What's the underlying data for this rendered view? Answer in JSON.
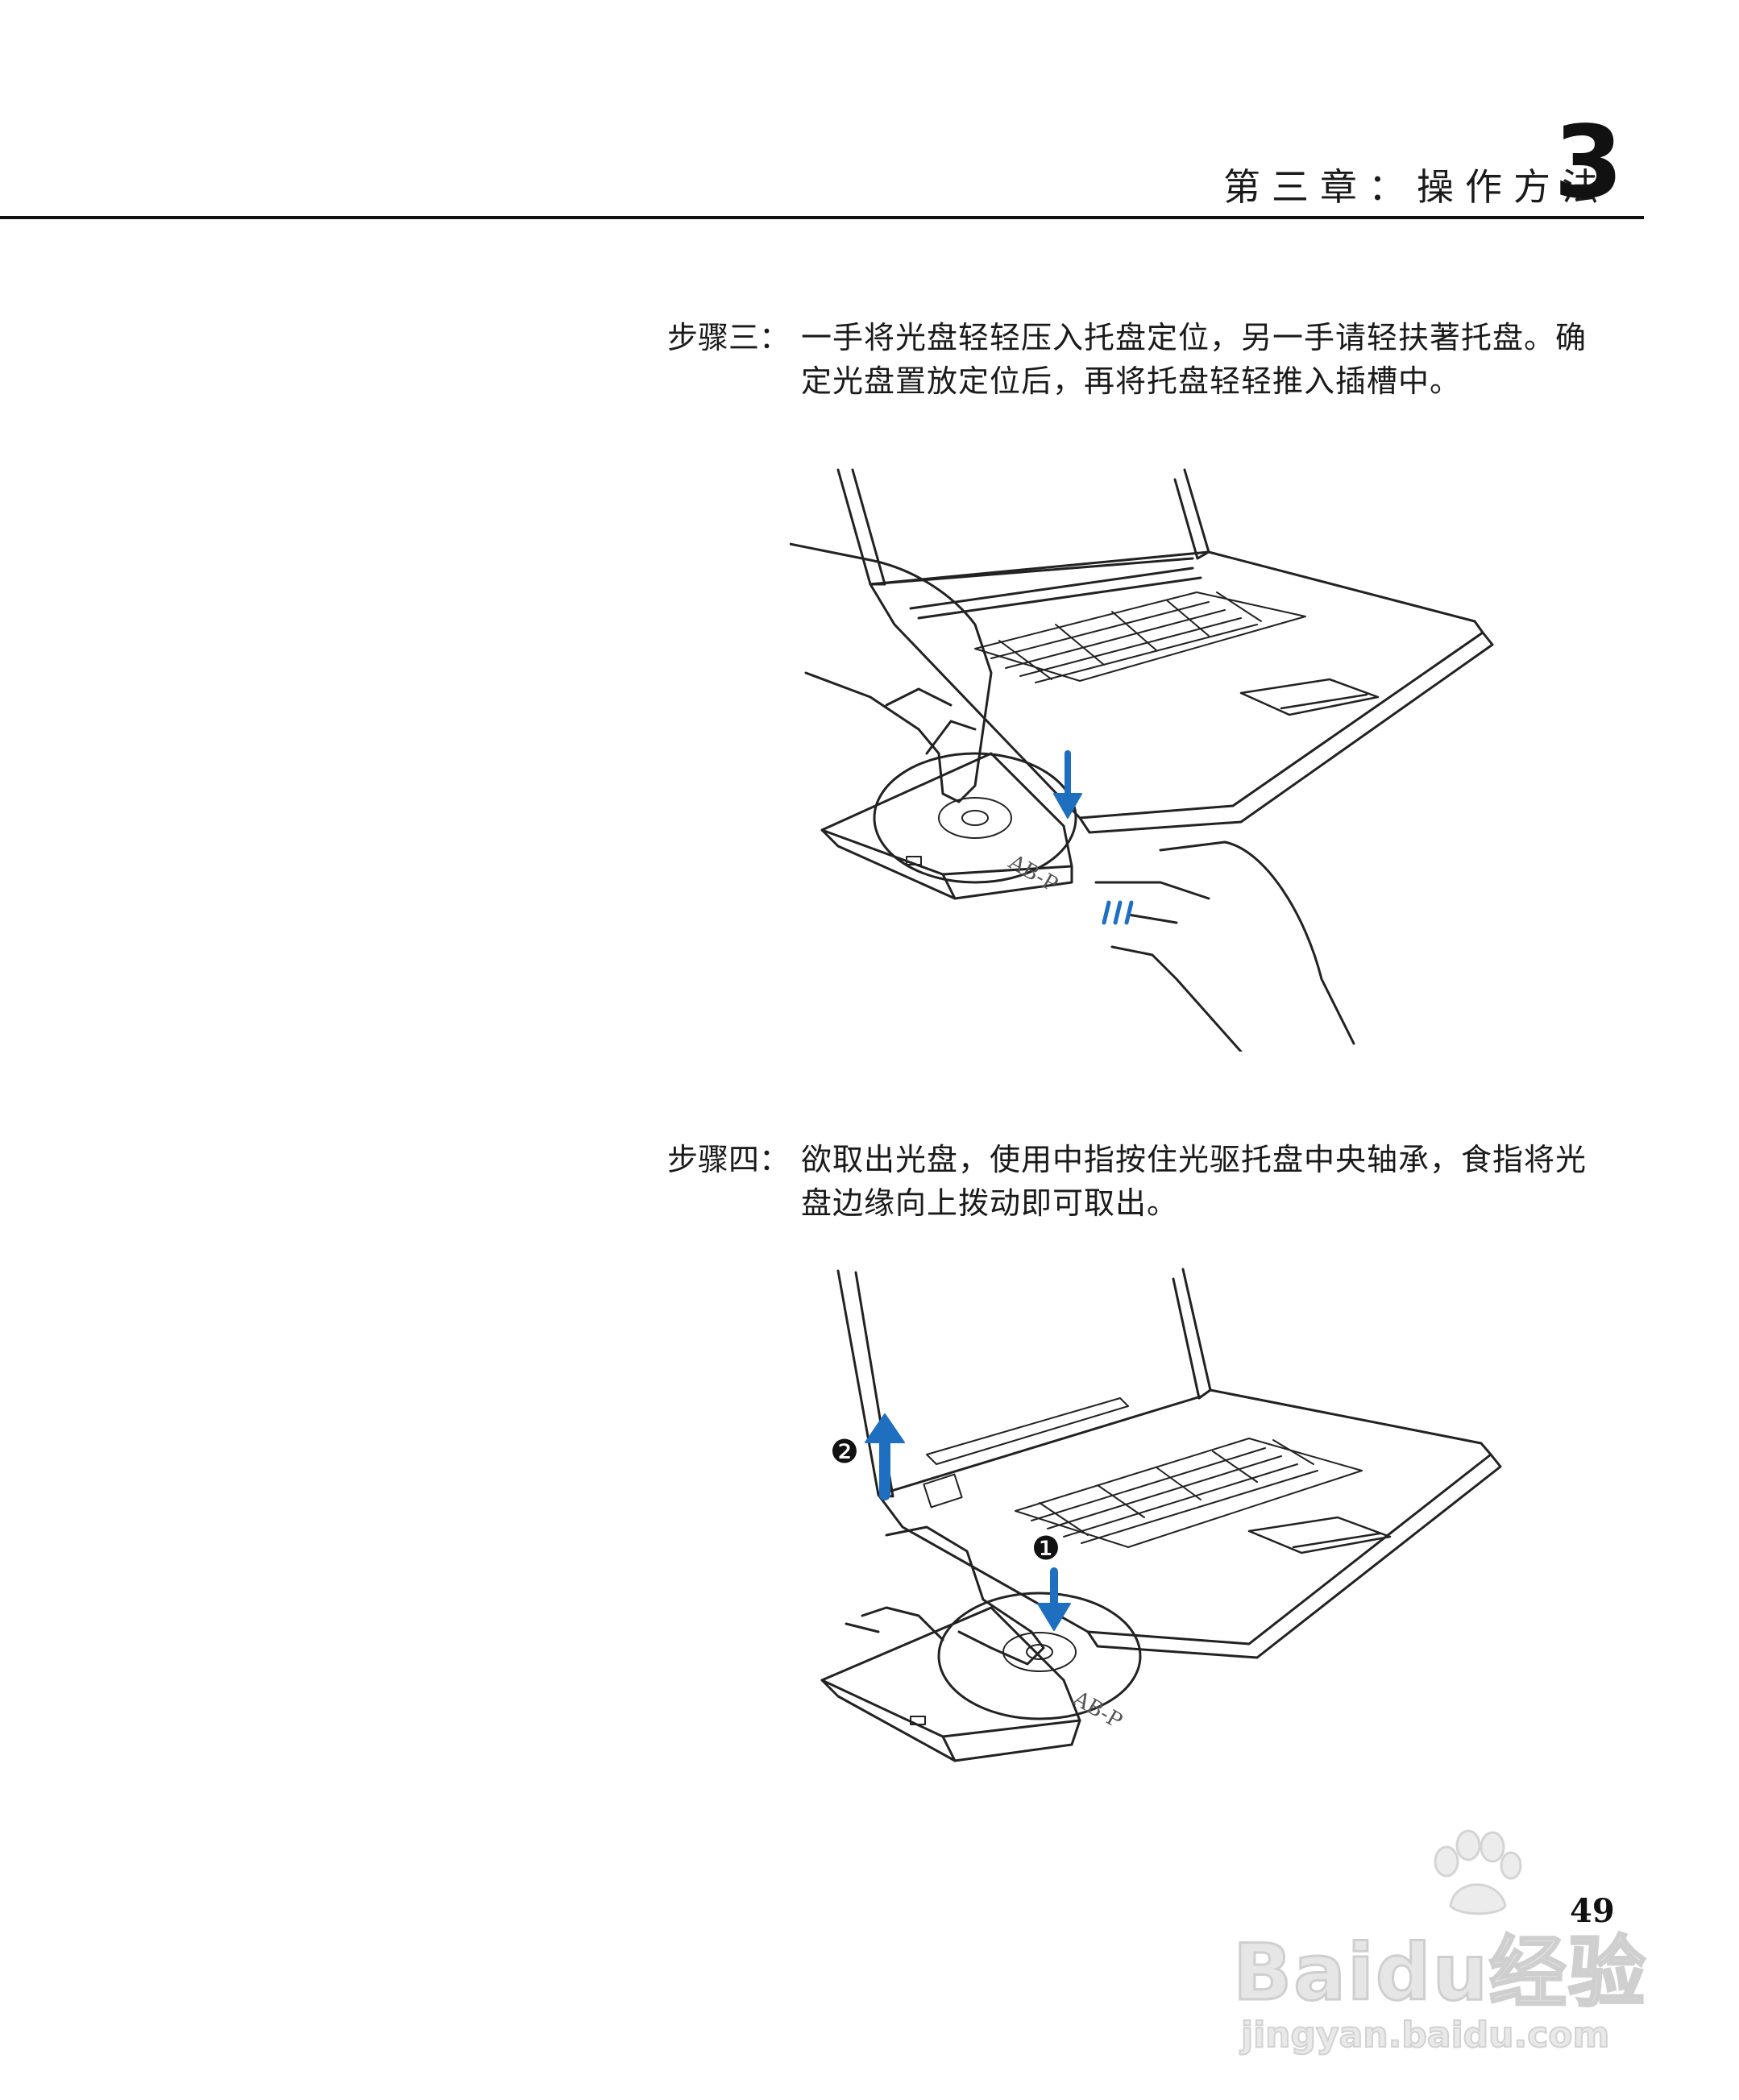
{
  "header": {
    "chapter_title": "第三章：操作方法",
    "chapter_number": "3"
  },
  "steps": [
    {
      "label": "步骤三：",
      "text": "一手将光盘轻轻压入托盘定位，另一手请轻扶著托盘。确定光盘置放定位后，再将托盘轻轻推入插槽中。"
    },
    {
      "label": "步骤四：",
      "text": "欲取出光盘，使用中指按住光驱托盘中央轴承，食指将光盘边缘向上拨动即可取出。"
    }
  ],
  "figures": {
    "figure1": {
      "disc_label": "AB-P"
    },
    "figure2": {
      "disc_label": "AB-P",
      "callout_1": "❶",
      "callout_2": "❷"
    }
  },
  "colors": {
    "arrow": "#1f6fc0",
    "line": "#222222"
  },
  "footer": {
    "page_number": "49"
  },
  "watermark": {
    "brand": "Baidu经验",
    "url": "jingyan.baidu.com"
  }
}
